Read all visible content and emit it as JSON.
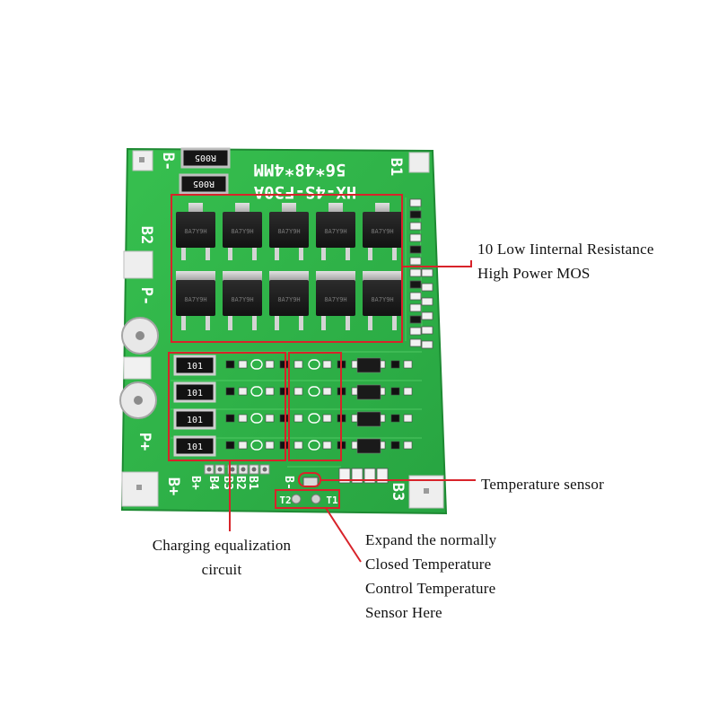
{
  "board": {
    "model": "HX-4S-F30A",
    "size": "56*48*4MM",
    "pads": {
      "b_minus": "B-",
      "b1": "B1",
      "b2": "B2",
      "b3": "B3",
      "p_minus": "P-",
      "p_plus": "P+",
      "b_plus": "B+"
    },
    "header_pins": [
      "B+",
      "B4",
      "B3",
      "B2",
      "B1",
      "B-"
    ],
    "thermistor_pads": {
      "t1": "T1",
      "t2": "T2"
    },
    "top_resistor_codes": [
      "R005",
      "R005"
    ],
    "balance_resistor_codes": [
      "101",
      "101",
      "101",
      "101"
    ],
    "mosfet_marking": "8A7Y9H"
  },
  "callouts": {
    "mos": {
      "line1": "10 Low Iinternal Resistance",
      "line2": "High Power MOS"
    },
    "temp_sensor": {
      "line1": "Temperature sensor"
    },
    "equalization": {
      "line1": "Charging equalization",
      "line2": "circuit"
    },
    "expand": {
      "line1": "Expand the normally",
      "line2": "Closed Temperature",
      "line3": "Control Temperature",
      "line4": "Sensor Here"
    }
  },
  "colors": {
    "pcb": "#2fb348",
    "pcb_dark": "#1f8f36",
    "highlight": "#d8232a",
    "silkscreen": "#ffffff"
  }
}
